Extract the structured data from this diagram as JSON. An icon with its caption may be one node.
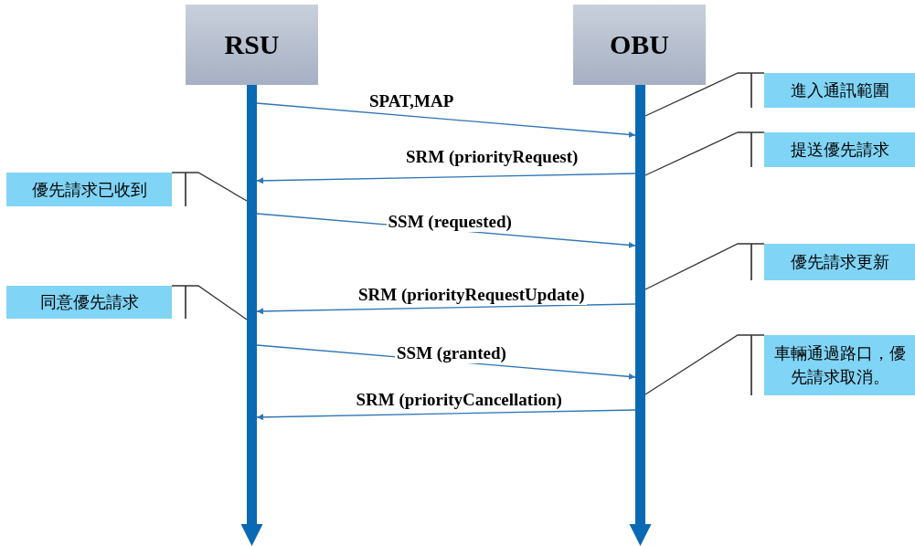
{
  "diagram": {
    "nodes": [
      {
        "text": [
          "RSU"
        ]
      },
      {
        "text": [
          "OBU"
        ]
      },
      {
        "text": [],
        "shape": "bar"
      },
      {
        "text": [],
        "shape": "bar"
      },
      {
        "text": [
          "進入通訊範圍"
        ]
      },
      {
        "text": [
          "提送優先請求"
        ]
      },
      {
        "text": [
          "優先請求已收到"
        ]
      },
      {
        "text": [
          "優先請求更新"
        ]
      },
      {
        "text": [
          "同意優先請求"
        ]
      },
      {
        "text": [
          "車輛通過路口，優先請求取消。"
        ]
      }
    ],
    "edges": [
      {
        "from": 2,
        "to": 3,
        "arrow": "to",
        "label": "SPAT,MAP"
      },
      {
        "from": 3,
        "to": 2,
        "arrow": "to",
        "label": "SRM (priorityRequest)"
      },
      {
        "from": 2,
        "to": 3,
        "arrow": "to",
        "label": "SSM (requested)"
      },
      {
        "from": 3,
        "to": 2,
        "arrow": "to",
        "label": "SRM (priorityRequestUpdate)"
      },
      {
        "from": 2,
        "to": 3,
        "arrow": "to",
        "label": "SSM (granted)"
      },
      {
        "from": 3,
        "to": 2,
        "arrow": "to",
        "label": "SRM (priorityCancellation)"
      },
      {
        "from": 4,
        "to": 3,
        "arrow": "none",
        "color": "#333333"
      },
      {
        "from": 5,
        "to": 3,
        "arrow": "none",
        "color": "#333333"
      },
      {
        "from": 6,
        "to": 2,
        "arrow": "none",
        "color": "#333333"
      },
      {
        "from": 7,
        "to": 3,
        "arrow": "none",
        "color": "#333333"
      },
      {
        "from": 8,
        "to": 2,
        "arrow": "none",
        "color": "#333333"
      },
      {
        "from": 9,
        "to": 3,
        "arrow": "none",
        "color": "#333333"
      }
    ]
  }
}
